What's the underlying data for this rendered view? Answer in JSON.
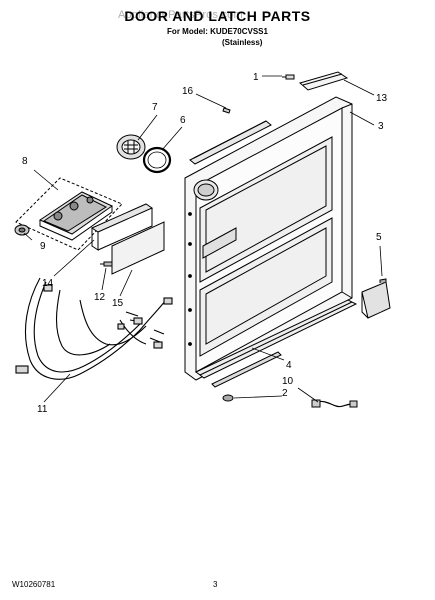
{
  "header": {
    "title": "DOOR AND LATCH PARTS",
    "model_line": "For Model: KUDE70CVSS1",
    "finish": "(Stainless)",
    "watermark": "AppliancePartsPros.com"
  },
  "footer": {
    "doc_number": "W10260781",
    "page_number": "3"
  },
  "callouts": {
    "c1": "1",
    "c2": "2",
    "c3": "3",
    "c4": "4",
    "c5": "5",
    "c6": "6",
    "c7": "7",
    "c8": "8",
    "c9": "9",
    "c10": "10",
    "c11": "11",
    "c12": "12",
    "c13": "13",
    "c14": "14",
    "c15": "15",
    "c16": "16"
  }
}
